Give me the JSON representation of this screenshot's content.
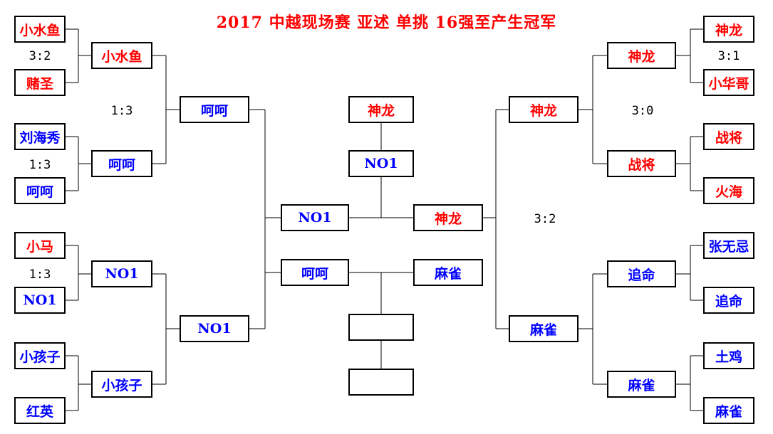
{
  "title": "2017 中越现场赛 亚述 单挑 16强至产生冠军",
  "colors": {
    "red": "#ff0000",
    "blue": "#0000ff",
    "line": "#000000"
  },
  "left": {
    "r16": [
      {
        "name": "小水鱼",
        "color": "red"
      },
      {
        "name": "赌圣",
        "color": "red"
      },
      {
        "name": "刘海秀",
        "color": "blue"
      },
      {
        "name": "呵呵",
        "color": "blue"
      },
      {
        "name": "小马",
        "color": "red"
      },
      {
        "name": "NO1",
        "color": "blue"
      },
      {
        "name": "小孩子",
        "color": "blue"
      },
      {
        "name": "红英",
        "color": "blue"
      }
    ],
    "qf": [
      {
        "name": "小水鱼",
        "color": "red"
      },
      {
        "name": "呵呵",
        "color": "blue"
      },
      {
        "name": "NO1",
        "color": "blue"
      },
      {
        "name": "小孩子",
        "color": "blue"
      }
    ],
    "sf": [
      {
        "name": "呵呵",
        "color": "blue"
      },
      {
        "name": "NO1",
        "color": "blue"
      }
    ],
    "final": {
      "name": "NO1",
      "color": "blue"
    },
    "third": {
      "name": "呵呵",
      "color": "blue"
    }
  },
  "right": {
    "r16": [
      {
        "name": "神龙",
        "color": "red"
      },
      {
        "name": "小华哥",
        "color": "red"
      },
      {
        "name": "战将",
        "color": "red"
      },
      {
        "name": "火海",
        "color": "red"
      },
      {
        "name": "张无忌",
        "color": "blue"
      },
      {
        "name": "追命",
        "color": "blue"
      },
      {
        "name": "土鸡",
        "color": "blue"
      },
      {
        "name": "麻雀",
        "color": "blue"
      }
    ],
    "qf": [
      {
        "name": "神龙",
        "color": "red"
      },
      {
        "name": "战将",
        "color": "red"
      },
      {
        "name": "追命",
        "color": "blue"
      },
      {
        "name": "麻雀",
        "color": "blue"
      }
    ],
    "sf": [
      {
        "name": "神龙",
        "color": "red"
      },
      {
        "name": "麻雀",
        "color": "blue"
      }
    ],
    "final": {
      "name": "神龙",
      "color": "red"
    },
    "third": {
      "name": "麻雀",
      "color": "blue"
    }
  },
  "center": {
    "champion_top": {
      "name": "神龙",
      "color": "red"
    },
    "champion": {
      "name": "NO1",
      "color": "blue"
    },
    "third_place_a": {
      "name": "",
      "color": "blue"
    },
    "third_place_b": {
      "name": "",
      "color": "blue"
    }
  },
  "scores": {
    "left_r16_1": "3:2",
    "left_r16_2": "1:3",
    "left_r16_3": "1:3",
    "left_qf_1": "1:3",
    "right_r16_1": "3:1",
    "right_qf_1": "3:0",
    "right_sf": "3:2"
  }
}
